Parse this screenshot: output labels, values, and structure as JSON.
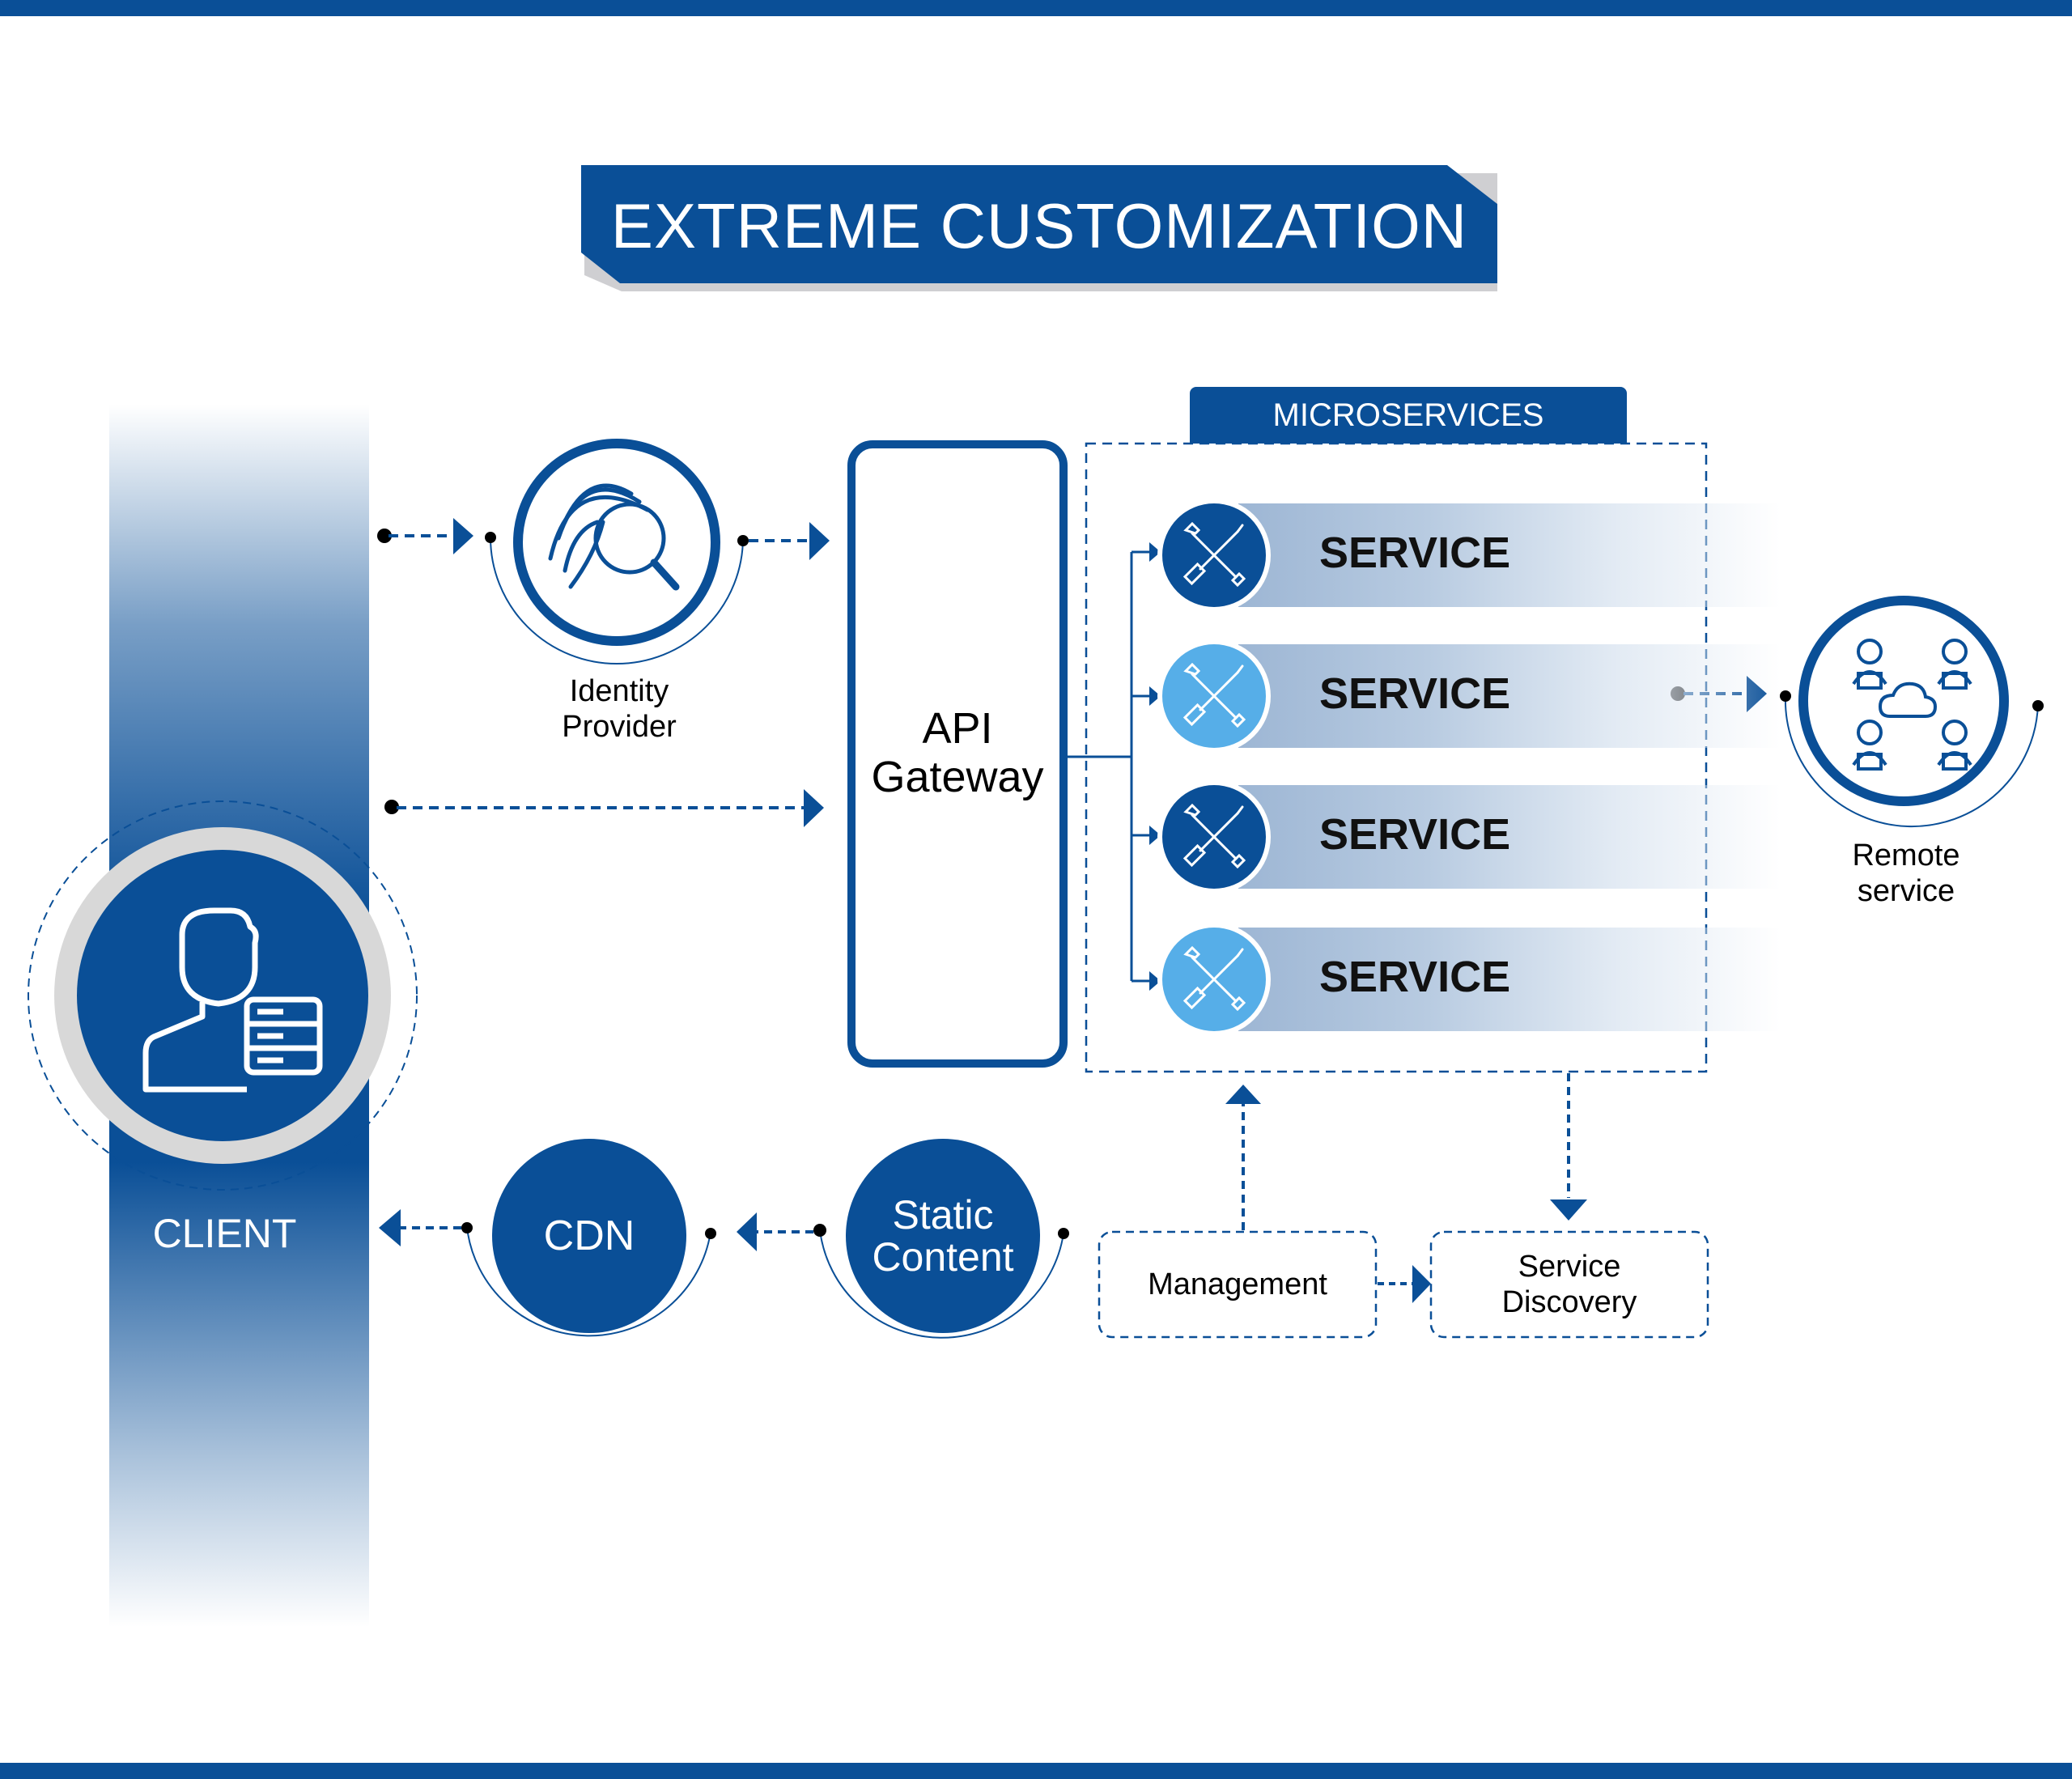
{
  "title": "EXTREME CUSTOMIZATION",
  "colors": {
    "primary": "#0a4f97",
    "light_blue": "#56aee8",
    "band": "#9db6d4",
    "gray_ring": "#d8d8d8",
    "dot": "#000000"
  },
  "client": {
    "label": "CLIENT",
    "icon": "user-with-server-icon"
  },
  "identity_provider": {
    "label_line1": "Identity",
    "label_line2": "Provider",
    "icon": "fingerprint-search-icon"
  },
  "api_gateway": {
    "line1": "API",
    "line2": "Gateway"
  },
  "microservices": {
    "header": "MICROSERVICES",
    "services": [
      {
        "label": "SERVICE",
        "icon": "tools-icon",
        "variant": "dark"
      },
      {
        "label": "SERVICE",
        "icon": "tools-icon",
        "variant": "light"
      },
      {
        "label": "SERVICE",
        "icon": "tools-icon",
        "variant": "dark"
      },
      {
        "label": "SERVICE",
        "icon": "tools-icon",
        "variant": "light"
      }
    ]
  },
  "remote_service": {
    "label_line1": "Remote",
    "label_line2": "service",
    "icon": "remote-team-cloud-icon"
  },
  "cdn": {
    "label": "CDN"
  },
  "static_content": {
    "line1": "Static",
    "line2": "Content"
  },
  "management": {
    "label": "Management"
  },
  "service_discovery": {
    "line1": "Service",
    "line2": "Discovery"
  }
}
